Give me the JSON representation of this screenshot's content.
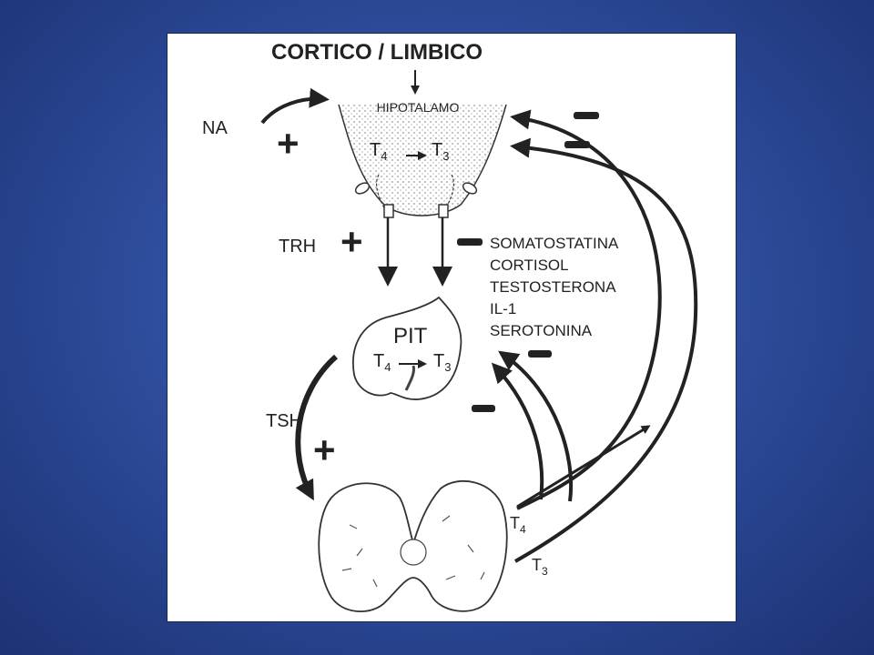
{
  "diagram": {
    "title": "CORTICO / LIMBICO",
    "hypothalamus": "HIPOTALAMO",
    "na": "NA",
    "trh": "TRH",
    "tsh": "TSH",
    "pit": "PIT",
    "t4": "T",
    "t4_sub": "4",
    "t3": "T",
    "t3_sub": "3",
    "inhibitors": [
      "SOMATOSTATINA",
      "CORTISOL",
      "TESTOSTERONA",
      "IL-1",
      "SEROTONINA"
    ]
  },
  "colors": {
    "background": "#2f4e9e",
    "ink": "#222222",
    "paper": "#ffffff"
  }
}
